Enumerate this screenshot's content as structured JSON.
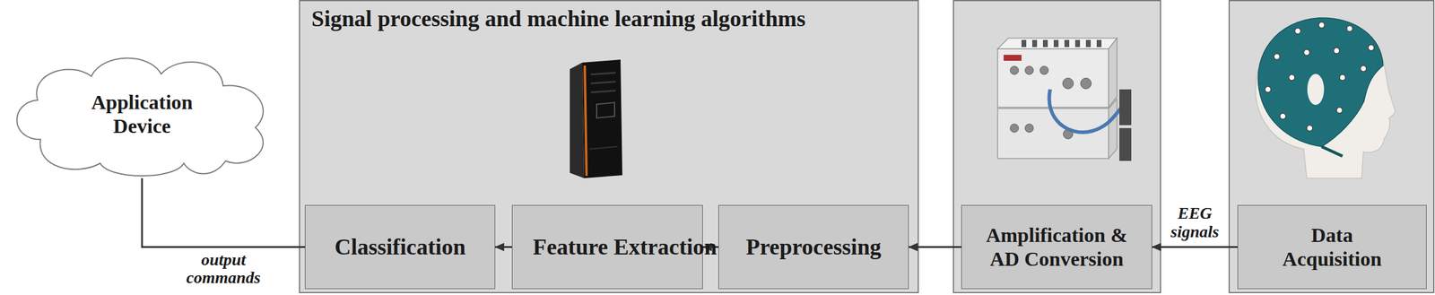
{
  "diagram": {
    "nodes": [
      {
        "text": [
          "Application Device"
        ]
      },
      {
        "text": [
          "Signal processing and machine learning algorithms"
        ]
      },
      {
        "text": [
          "Classification"
        ],
        "in": 1
      },
      {
        "text": [
          "Feature Extraction"
        ],
        "in": 1
      },
      {
        "text": [
          "Preprocessing"
        ],
        "in": 1
      },
      {
        "text": [
          "Amplification & AD Conversion"
        ]
      },
      {
        "text": [
          "Data Acquisition"
        ]
      }
    ],
    "edges": [
      {
        "from": 6,
        "to": 5,
        "arrow": "to",
        "label": "EEG signals"
      },
      {
        "from": 5,
        "to": 4,
        "arrow": "to"
      },
      {
        "from": 4,
        "to": 3,
        "arrow": "to"
      },
      {
        "from": 3,
        "to": 2,
        "arrow": "to"
      },
      {
        "from": 2,
        "to": 0,
        "arrow": "none",
        "label": "output commands"
      }
    ]
  }
}
